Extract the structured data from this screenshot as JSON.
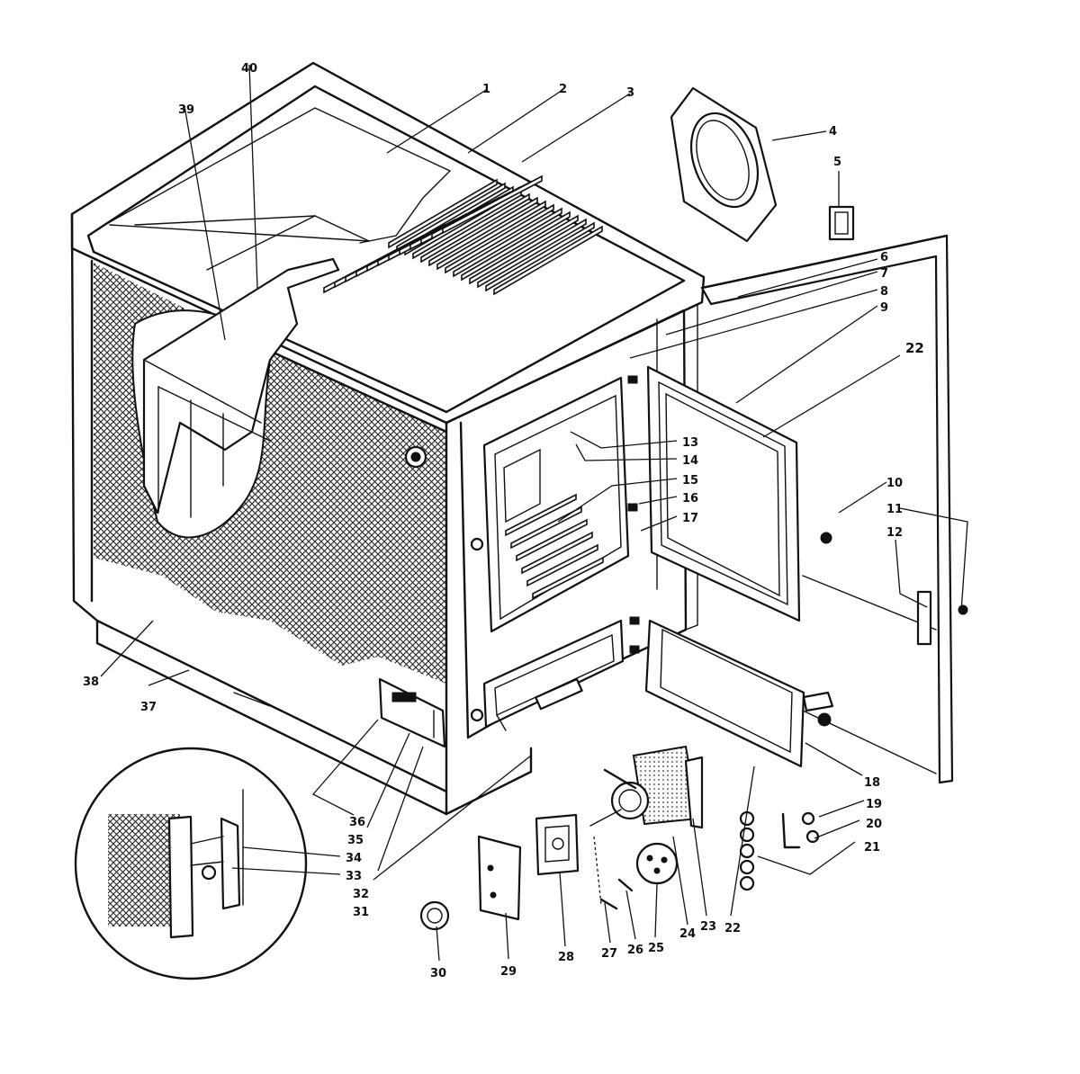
{
  "callouts": [
    "1",
    "2",
    "3",
    "4",
    "5",
    "6",
    "7",
    "8",
    "9",
    "10",
    "11",
    "12",
    "13",
    "14",
    "15",
    "16",
    "17",
    "18",
    "19",
    "20",
    "21",
    "22",
    "23",
    "24",
    "25",
    "26",
    "27",
    "28",
    "29",
    "30",
    "31",
    "32",
    "33",
    "34",
    "35",
    "36",
    "37",
    "38",
    "39",
    "40"
  ],
  "extra_label": "22"
}
